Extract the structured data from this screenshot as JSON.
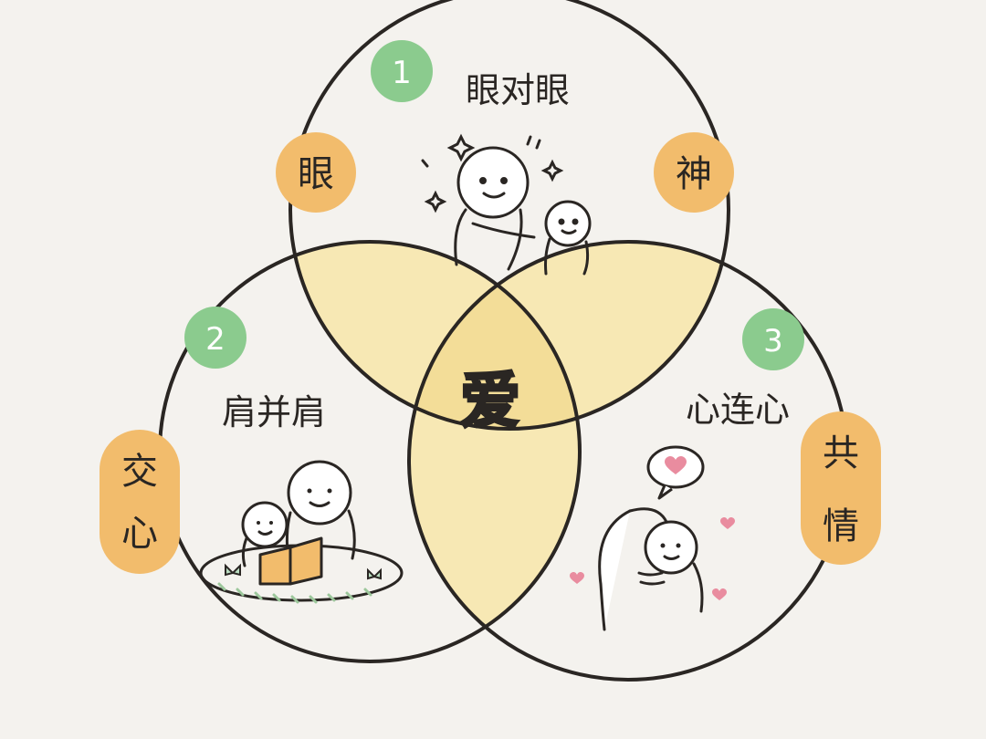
{
  "center": {
    "text": "爱"
  },
  "circles": [
    {
      "number": "1",
      "title": "眼对眼",
      "badges": [
        "眼",
        "神"
      ]
    },
    {
      "number": "2",
      "title": "肩并肩",
      "badges": [
        "交",
        "心"
      ]
    },
    {
      "number": "3",
      "title": "心连心",
      "badges": [
        "共",
        "情"
      ]
    }
  ],
  "colors": {
    "background": "#f4f2ee",
    "number_badge": "#8bcb8e",
    "word_badge": "#f2bc6c",
    "overlap_fill": "#f7e8b4",
    "line": "#2a2623",
    "heart": "#e98c9f"
  },
  "icons": [
    "sparkle-icon",
    "heart-icon",
    "speech-bubble-icon",
    "book-icon",
    "butterfly-icon"
  ]
}
